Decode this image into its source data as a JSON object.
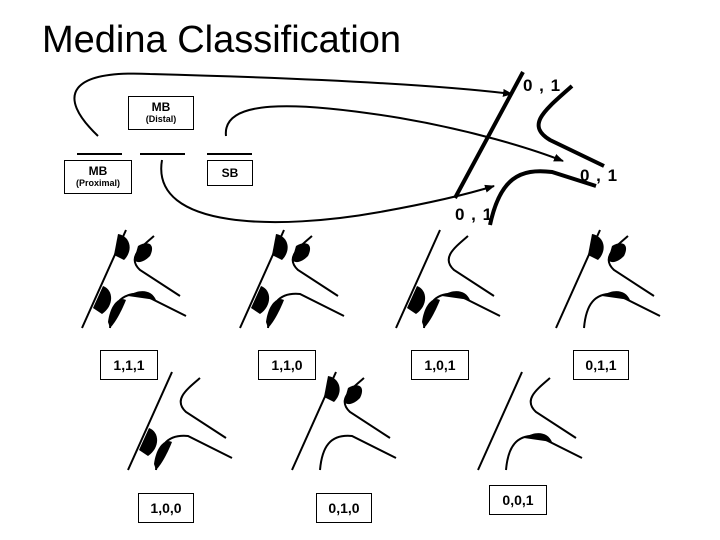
{
  "title": "Medina Classification",
  "segments": {
    "mb_proximal": {
      "label": "MB",
      "sub": "(Proximal)"
    },
    "mb_distal": {
      "label": "MB",
      "sub": "(Distal)"
    },
    "sb": {
      "label": "SB"
    }
  },
  "bifurcation_labels": {
    "mb_proximal": "0 , 1",
    "mb_distal": "0 , 1",
    "sb": "0 , 1"
  },
  "classifications": [
    {
      "code": "1,1,1",
      "lesions": {
        "proximal": true,
        "distal": true,
        "side": true
      }
    },
    {
      "code": "1,1,0",
      "lesions": {
        "proximal": true,
        "distal": true,
        "side": false
      }
    },
    {
      "code": "1,0,1",
      "lesions": {
        "proximal": true,
        "distal": false,
        "side": true
      }
    },
    {
      "code": "0,1,1",
      "lesions": {
        "proximal": false,
        "distal": true,
        "side": true
      }
    },
    {
      "code": "1,0,0",
      "lesions": {
        "proximal": true,
        "distal": false,
        "side": false
      }
    },
    {
      "code": "0,1,0",
      "lesions": {
        "proximal": false,
        "distal": true,
        "side": false
      }
    },
    {
      "code": "0,0,1",
      "lesions": {
        "proximal": false,
        "distal": false,
        "side": true
      }
    }
  ],
  "colors": {
    "stroke": "#000000",
    "background": "#ffffff"
  }
}
